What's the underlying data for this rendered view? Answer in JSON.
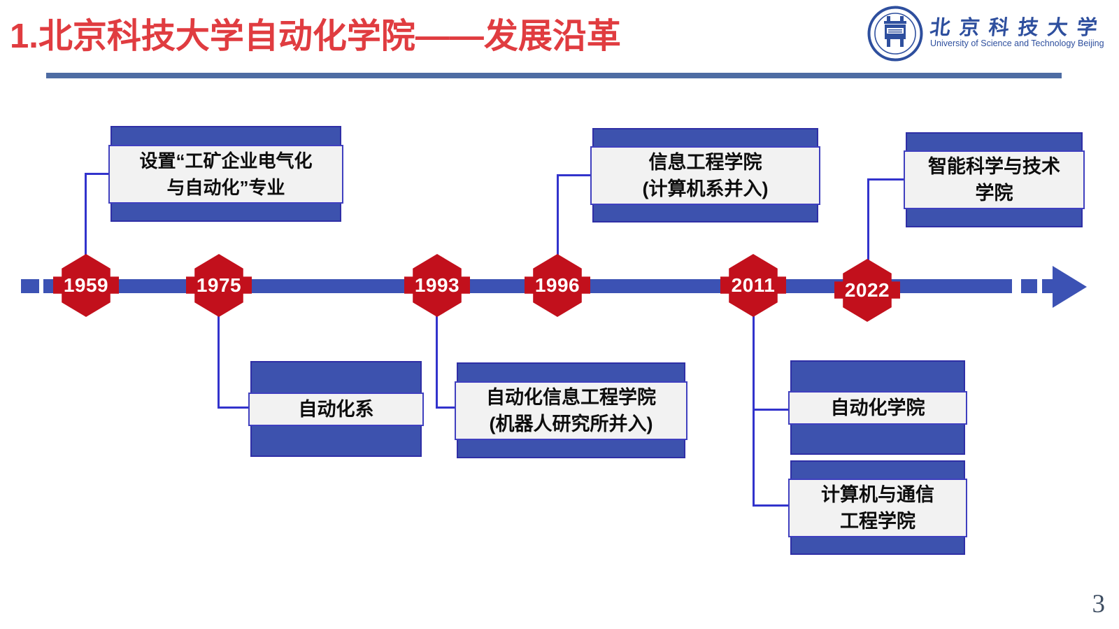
{
  "slide": {
    "title": "1.北京科技大学自动化学院——发展沿革",
    "page_number": "3"
  },
  "logo": {
    "cn_name": "北京科技大学",
    "en_name": "University of Science and Technology Beijing"
  },
  "colors": {
    "title_red": "#E03C40",
    "hexagon_red": "#C2101C",
    "timeline_blue": "#3C52B4",
    "box_blue": "#3D52AE",
    "connector_blue": "#3233CC",
    "header_rule_blue": "#4E6CA3",
    "panel_gray": "#F2F2F2"
  },
  "timeline": {
    "events": [
      {
        "year": "1959",
        "position": "above",
        "label": "设置“工矿企业电气化\n与自动化”专业"
      },
      {
        "year": "1975",
        "position": "below",
        "label": "自动化系"
      },
      {
        "year": "1993",
        "position": "below",
        "label": "自动化信息工程学院\n(机器人研究所并入)"
      },
      {
        "year": "1996",
        "position": "above",
        "label": "信息工程学院\n(计算机系并入)"
      },
      {
        "year": "2011",
        "position": "below",
        "labels": [
          "自动化学院",
          "计算机与通信\n工程学院"
        ]
      },
      {
        "year": "2022",
        "position": "above",
        "label": "智能科学与技术\n学院"
      }
    ]
  }
}
